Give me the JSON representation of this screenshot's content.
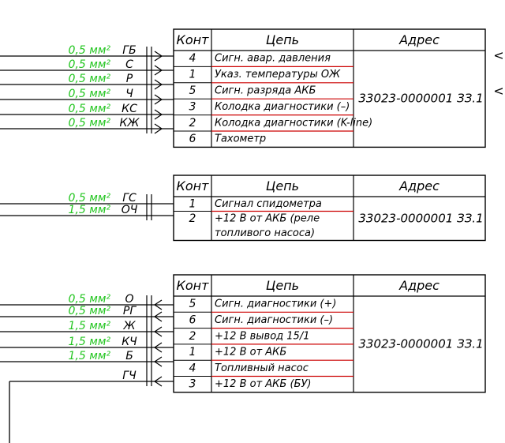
{
  "colors": {
    "wire_label": "#22c51f",
    "sep_line": "#cc0000",
    "line": "#000000",
    "background": "#ffffff"
  },
  "headers": {
    "contact": "Конт",
    "circuit": "Цепь",
    "address": "Адрес"
  },
  "blocks": [
    {
      "address": "33023-0000001 ЗЗ.1",
      "arrow": "right",
      "wires": [
        {
          "section": "0,5 мм²",
          "color": "ГБ"
        },
        {
          "section": "0,5 мм²",
          "color": "С"
        },
        {
          "section": "0,5 мм²",
          "color": "Р"
        },
        {
          "section": "0,5 мм²",
          "color": "Ч"
        },
        {
          "section": "0,5 мм²",
          "color": "КС"
        },
        {
          "section": "0,5 мм²",
          "color": "КЖ"
        }
      ],
      "rows": [
        {
          "contact": "4",
          "lines": [
            "Сигн. авар. давления"
          ]
        },
        {
          "contact": "1",
          "lines": [
            "Указ. температуры ОЖ"
          ]
        },
        {
          "contact": "5",
          "lines": [
            "Сигн. разряда АКБ"
          ]
        },
        {
          "contact": "3",
          "lines": [
            "Колодка диагностики (–)"
          ]
        },
        {
          "contact": "2",
          "lines": [
            "Колодка диагностики (K-line)"
          ]
        },
        {
          "contact": "6",
          "lines": [
            "Тахометр"
          ]
        }
      ],
      "side_marks": [
        "<",
        "<"
      ]
    },
    {
      "address": "33023-0000001 ЗЗ.1",
      "arrow": "none",
      "wires": [
        {
          "section": "0,5 мм²",
          "color": "ГС"
        },
        {
          "section": "1,5 мм²",
          "color": "ОЧ"
        }
      ],
      "rows": [
        {
          "contact": "1",
          "lines": [
            "Сигнал спидометра"
          ]
        },
        {
          "contact": "2",
          "lines": [
            "+12 В от АКБ (реле",
            "топливого насоса)"
          ]
        }
      ]
    },
    {
      "address": "33023-0000001 ЗЗ.1",
      "arrow": "left",
      "wires": [
        {
          "section": "0,5 мм²",
          "color": "О"
        },
        {
          "section": "0,5 мм²",
          "color": "РГ"
        },
        {
          "section": "1,5 мм²",
          "color": "Ж"
        },
        {
          "section": "1,5 мм²",
          "color": "КЧ"
        },
        {
          "section": "1,5 мм²",
          "color": "Б"
        },
        {
          "section": "",
          "color": "ГЧ"
        }
      ],
      "rows": [
        {
          "contact": "5",
          "lines": [
            "Сигн. диагностики (+)"
          ]
        },
        {
          "contact": "6",
          "lines": [
            "Сигн. диагностики (–)"
          ]
        },
        {
          "contact": "2",
          "lines": [
            "+12 В вывод 15/1"
          ]
        },
        {
          "contact": "1",
          "lines": [
            "+12 В от АКБ"
          ]
        },
        {
          "contact": "4",
          "lines": [
            "Топливный насос"
          ]
        },
        {
          "contact": "3",
          "lines": [
            "+12 В от АКБ (БУ)"
          ]
        }
      ]
    }
  ]
}
